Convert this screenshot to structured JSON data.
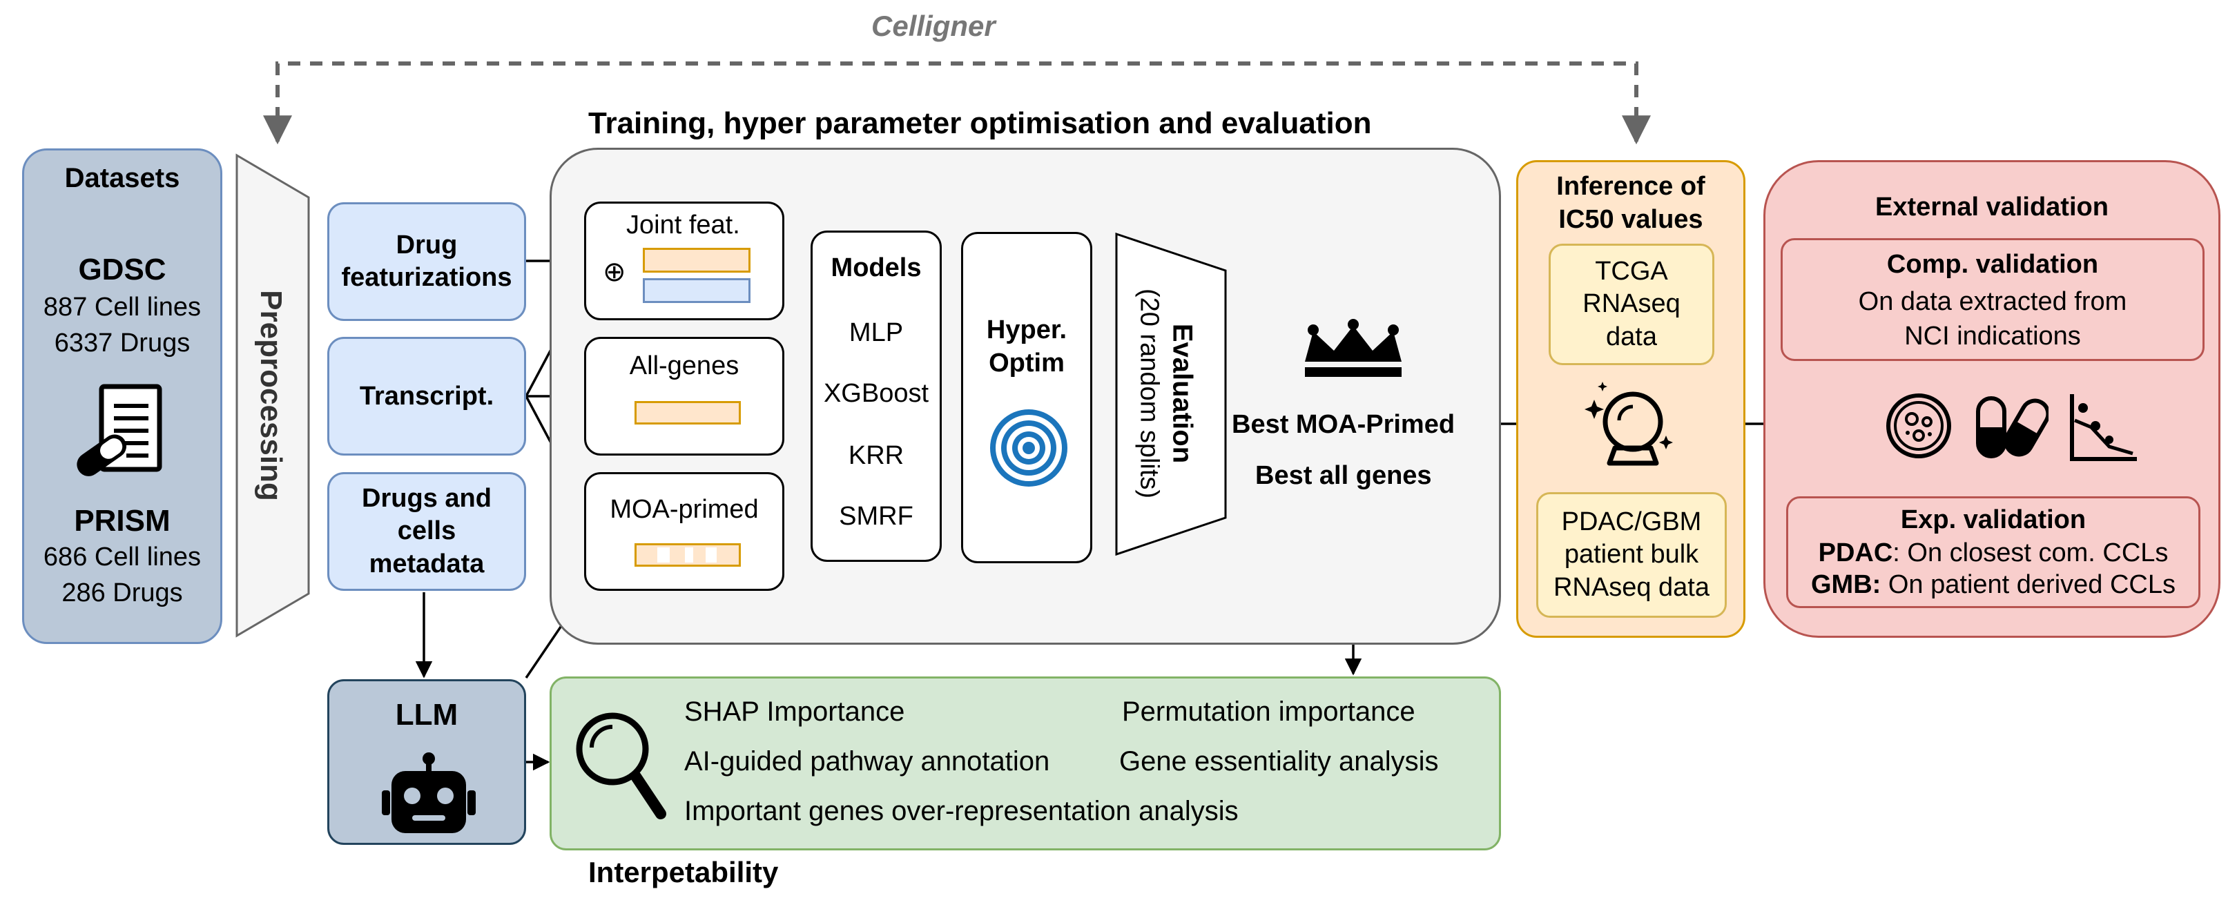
{
  "top_label": "Celligner",
  "datasets": {
    "title": "Datasets",
    "gdsc_name": "GDSC",
    "gdsc_cells": "887 Cell lines",
    "gdsc_drugs": "6337 Drugs",
    "prism_name": "PRISM",
    "prism_cells": "686 Cell lines",
    "prism_drugs": "286 Drugs"
  },
  "preprocessing": "Preprocessing",
  "inputs": {
    "drug_feat_line1": "Drug",
    "drug_feat_line2": "featurizations",
    "transcript": "Transcript.",
    "metadata_line1": "Drugs and",
    "metadata_line2": "cells",
    "metadata_line3": "metadata"
  },
  "llm": "LLM",
  "training": {
    "title": "Training, hyper parameter optimisation and evaluation",
    "joint": "Joint feat.",
    "joint_symbol": "⊕",
    "all_genes": "All-genes",
    "moa_primed": "MOA-primed",
    "models_title": "Models",
    "models": [
      "MLP",
      "XGBoost",
      "KRR",
      "SMRF"
    ],
    "hyper_line1": "Hyper.",
    "hyper_line2": "Optim",
    "eval_line1": "Evaluation",
    "eval_line2": "(20 random splits)",
    "best_moa": "Best MOA-Primed",
    "best_all": "Best all genes"
  },
  "inference": {
    "title_line1": "Inference of",
    "title_line2": "IC50 values",
    "tcga_line1": "TCGA",
    "tcga_line2": "RNAseq",
    "tcga_line3": "data",
    "pdac_line1": "PDAC/GBM",
    "pdac_line2": "patient bulk",
    "pdac_line3": "RNAseq data"
  },
  "external": {
    "title": "External validation",
    "comp_title": "Comp. validation",
    "comp_line1": "On data extracted from",
    "comp_line2": "NCI indications",
    "exp_title": "Exp. validation",
    "exp_pdac_label": "PDAC",
    "exp_pdac_text": ": On closest com. CCLs",
    "exp_gmb_label": "GMB:",
    "exp_gmb_text": " On patient derived CCLs"
  },
  "interpretability": {
    "title": "Interpetability",
    "items": [
      "SHAP Importance",
      "Permutation importance",
      "AI-guided pathway annotation",
      "Gene essentiality analysis",
      "Important genes over-representation analysis"
    ]
  },
  "colors": {
    "blue_fill": "#dae8fc",
    "blue_stroke": "#6c8ebf",
    "dark_blue_fill": "#bac8d8",
    "dark_blue_stroke": "#23445d",
    "grey_fill": "#f5f5f5",
    "grey_stroke": "#666666",
    "green_fill": "#d5e8d4",
    "green_stroke": "#82b366",
    "orange_fill": "#ffe6cc",
    "orange_stroke": "#d79b00",
    "yellow_fill": "#fff2cc",
    "yellow_stroke": "#d6b656",
    "red_fill": "#f8cecc",
    "red_stroke": "#b85450"
  }
}
